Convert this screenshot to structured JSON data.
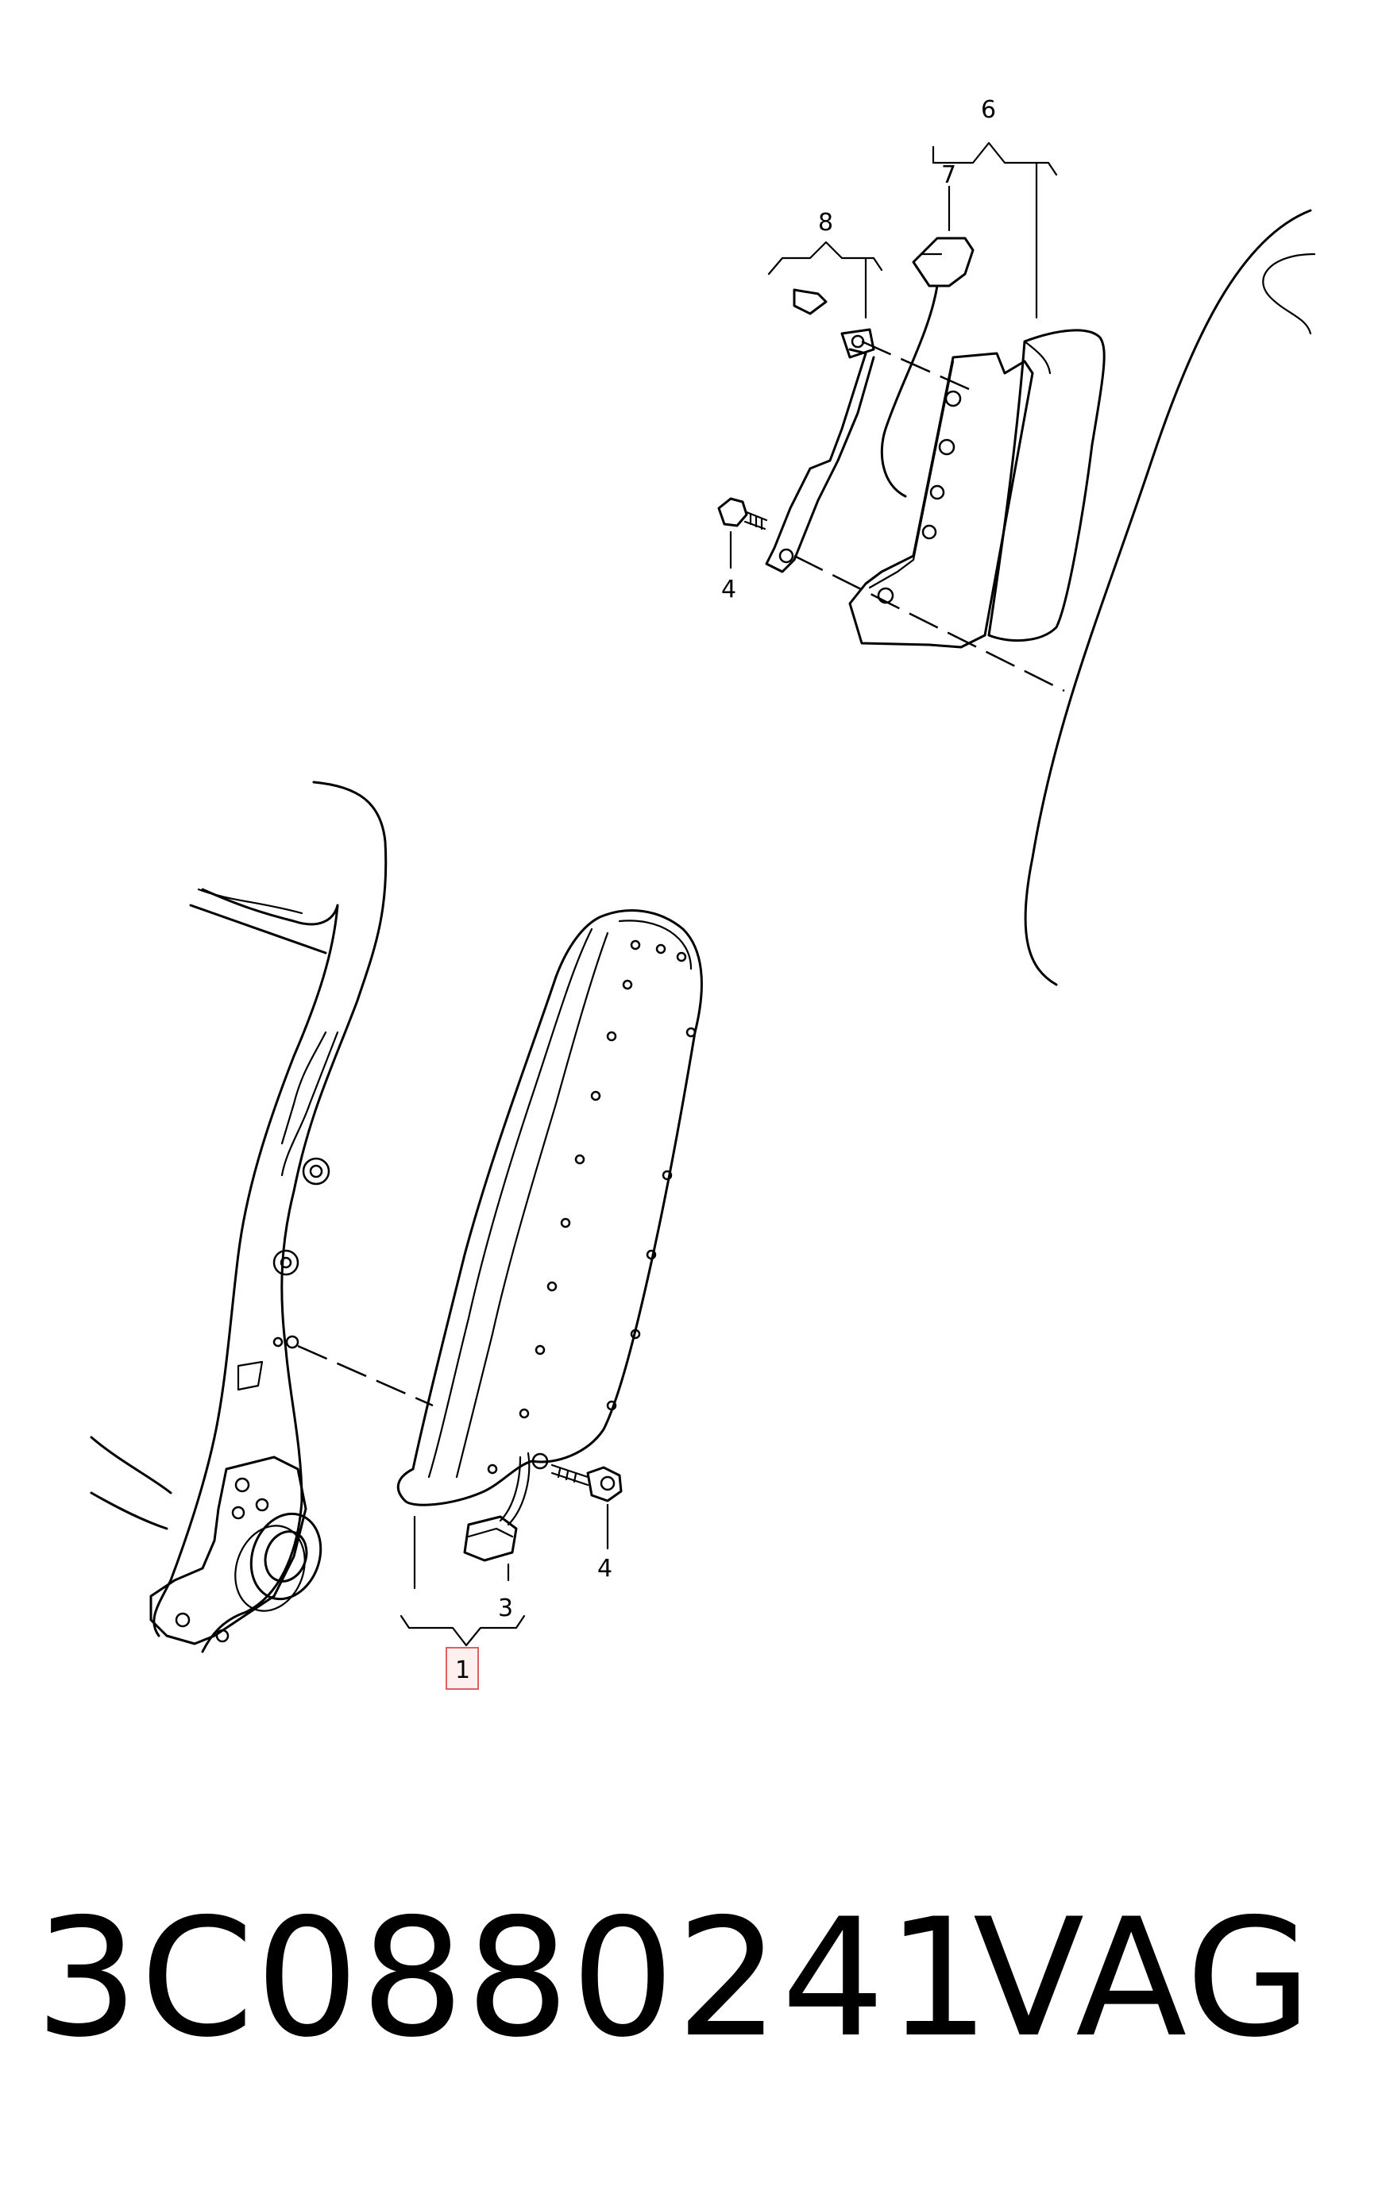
{
  "diagram": {
    "callouts": {
      "c1": "1",
      "c3": "3",
      "c4_lower": "4",
      "c4_upper": "4",
      "c6": "6",
      "c7": "7",
      "c8": "8"
    }
  },
  "caption": {
    "part_number": "3C0880241",
    "brand": "VAG"
  },
  "colors": {
    "line": "#000000",
    "background": "#ffffff",
    "highlight_border": "#e06060"
  }
}
